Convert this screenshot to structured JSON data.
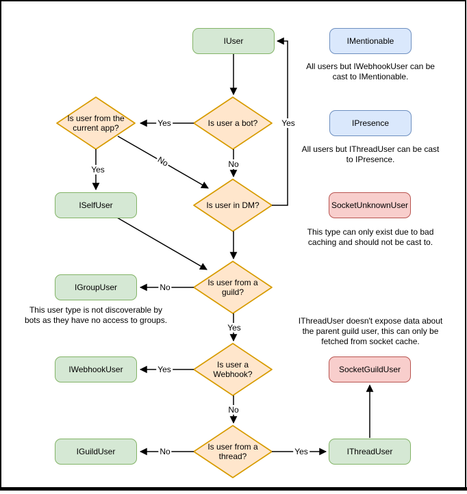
{
  "diagram": {
    "nodes": {
      "iuser": "IUser",
      "imentionable": "IMentionable",
      "ipresence": "IPresence",
      "socketunknownuser": "SocketUnknownUser",
      "iselfuser": "ISelfUser",
      "igroupuser": "IGroupUser",
      "iwebhookuser": "IWebhookUser",
      "iguilduser": "IGuildUser",
      "ithreaduser": "IThreadUser",
      "socketguilduser": "SocketGuildUser"
    },
    "decisions": {
      "is_bot": "Is user a bot?",
      "is_current_app": "Is user from the current app?",
      "is_dm": "Is user in DM?",
      "is_guild": "Is user from a guild?",
      "is_webhook": "Is user a Webhook?",
      "is_thread": "Is user from a thread?"
    },
    "edge_labels": {
      "bot_yes": "Yes",
      "bot_no": "No",
      "currentapp_yes": "Yes",
      "currentapp_no": "No",
      "dm_yes": "Yes",
      "guild_no": "No",
      "guild_yes": "Yes",
      "webhook_yes": "Yes",
      "webhook_no": "No",
      "thread_no": "No",
      "thread_yes": "Yes"
    },
    "notes": {
      "imentionable": "All users but IWebhookUser can be cast to IMentionable.",
      "ipresence": "All users but IThreadUser can be cast to IPresence.",
      "socketunknownuser": "This type can only exist due to bad caching and should not be cast to.",
      "igroupuser": "This user type is not discoverable by bots as they have no access to groups.",
      "ithreaduser": "IThreadUser doesn't expose data about the parent guild user, this can only be fetched from socket cache."
    },
    "colors": {
      "green_fill": "#d5e8d4",
      "green_stroke": "#82b366",
      "orange_fill": "#ffe6cc",
      "orange_stroke": "#d79b00",
      "blue_fill": "#dae8fc",
      "blue_stroke": "#6c8ebf",
      "red_fill": "#f8cecc",
      "red_stroke": "#b85450",
      "line": "#000000"
    }
  }
}
